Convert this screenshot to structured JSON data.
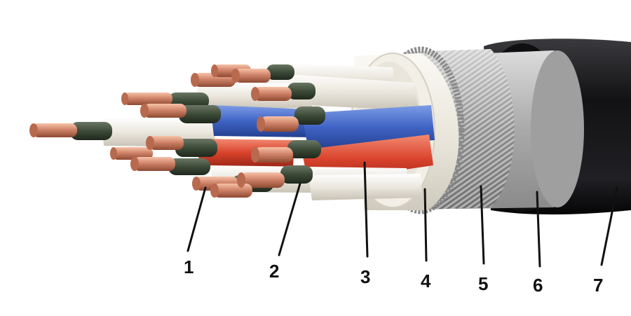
{
  "callouts": [
    {
      "number": "1"
    },
    {
      "number": "2"
    },
    {
      "number": "3"
    },
    {
      "number": "4"
    },
    {
      "number": "5"
    },
    {
      "number": "6"
    },
    {
      "number": "7"
    }
  ],
  "colors": {
    "copper": "#c8775a",
    "copper_highlight": "#f0b79b",
    "conductor_screen": "#3c4a38",
    "insulation_white": "#eae6dd",
    "insulation_blue": "#3f63c4",
    "insulation_red": "#d9432c",
    "inner_sheath": "#ebe7db",
    "armour_wire": "#9c9c9c",
    "wrap_tape": "#b3b3b3",
    "outer_sheath": "#1b1b1d",
    "leader_line": "#111111"
  }
}
